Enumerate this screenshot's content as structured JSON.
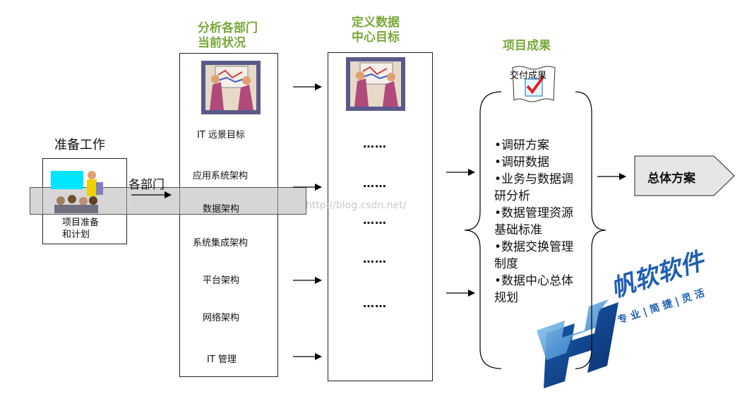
{
  "headers": {
    "col1": [
      "分析各部门",
      "当前状况"
    ],
    "col2": [
      "定义数据",
      "中心目标"
    ],
    "col3": "项目成果"
  },
  "prep": {
    "title": "准备工作",
    "caption": [
      "项目准备",
      "和计划"
    ],
    "arrow_label": "各部门"
  },
  "current_state_items": [
    "IT 远景目标",
    "应用系统架构",
    "数据架构",
    "系统集成架构",
    "平台架构",
    "网络架构",
    "IT 管理"
  ],
  "goal_items": [
    "……",
    "……",
    "……",
    "……",
    "……"
  ],
  "deliverable_icon_label": "交付成果",
  "deliverables": [
    "•调研方案",
    "•调研数据",
    "•业务与数据调",
    "研分析",
    "•数据管理资源",
    "基础标准",
    "•数据交换管理",
    "制度",
    "•数据中心总体",
    "规划"
  ],
  "final": "总体方案",
  "watermark": "http://blog.csdn.net/",
  "logo": {
    "name": "帆软软件",
    "slogan": "专 业 | 简 捷 | 灵 活"
  }
}
